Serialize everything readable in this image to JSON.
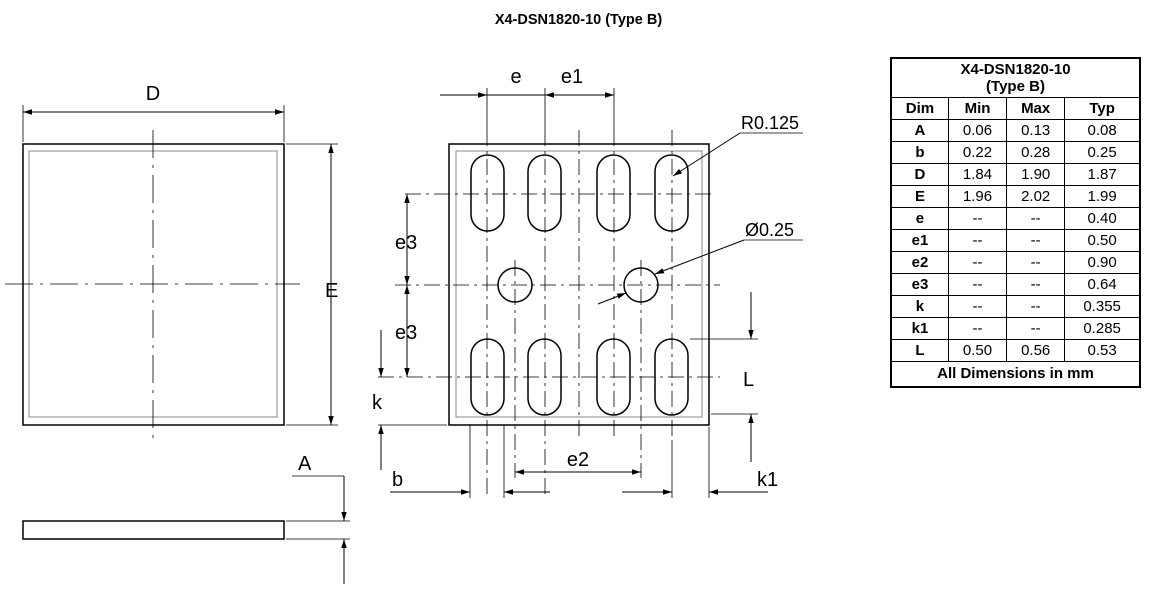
{
  "title": "X4-DSN1820-10 (Type B)",
  "labels": {
    "D": "D",
    "E": "E",
    "A": "A",
    "e": "e",
    "e1": "e1",
    "e2": "e2",
    "e3_top": "e3",
    "e3_bottom": "e3",
    "k": "k",
    "k1": "k1",
    "b": "b",
    "L": "L",
    "radius": "R0.125",
    "diameter": "Ø0.25"
  },
  "table": {
    "title_line1": "X4-DSN1820-10",
    "title_line2": "(Type B)",
    "headers": [
      "Dim",
      "Min",
      "Max",
      "Typ"
    ],
    "rows": [
      [
        "A",
        "0.06",
        "0.13",
        "0.08"
      ],
      [
        "b",
        "0.22",
        "0.28",
        "0.25"
      ],
      [
        "D",
        "1.84",
        "1.90",
        "1.87"
      ],
      [
        "E",
        "1.96",
        "2.02",
        "1.99"
      ],
      [
        "e",
        "--",
        "--",
        "0.40"
      ],
      [
        "e1",
        "--",
        "--",
        "0.50"
      ],
      [
        "e2",
        "--",
        "--",
        "0.90"
      ],
      [
        "e3",
        "--",
        "--",
        "0.64"
      ],
      [
        "k",
        "--",
        "--",
        "0.355"
      ],
      [
        "k1",
        "--",
        "--",
        "0.285"
      ],
      [
        "L",
        "0.50",
        "0.56",
        "0.53"
      ]
    ],
    "footer": "All Dimensions in mm"
  }
}
